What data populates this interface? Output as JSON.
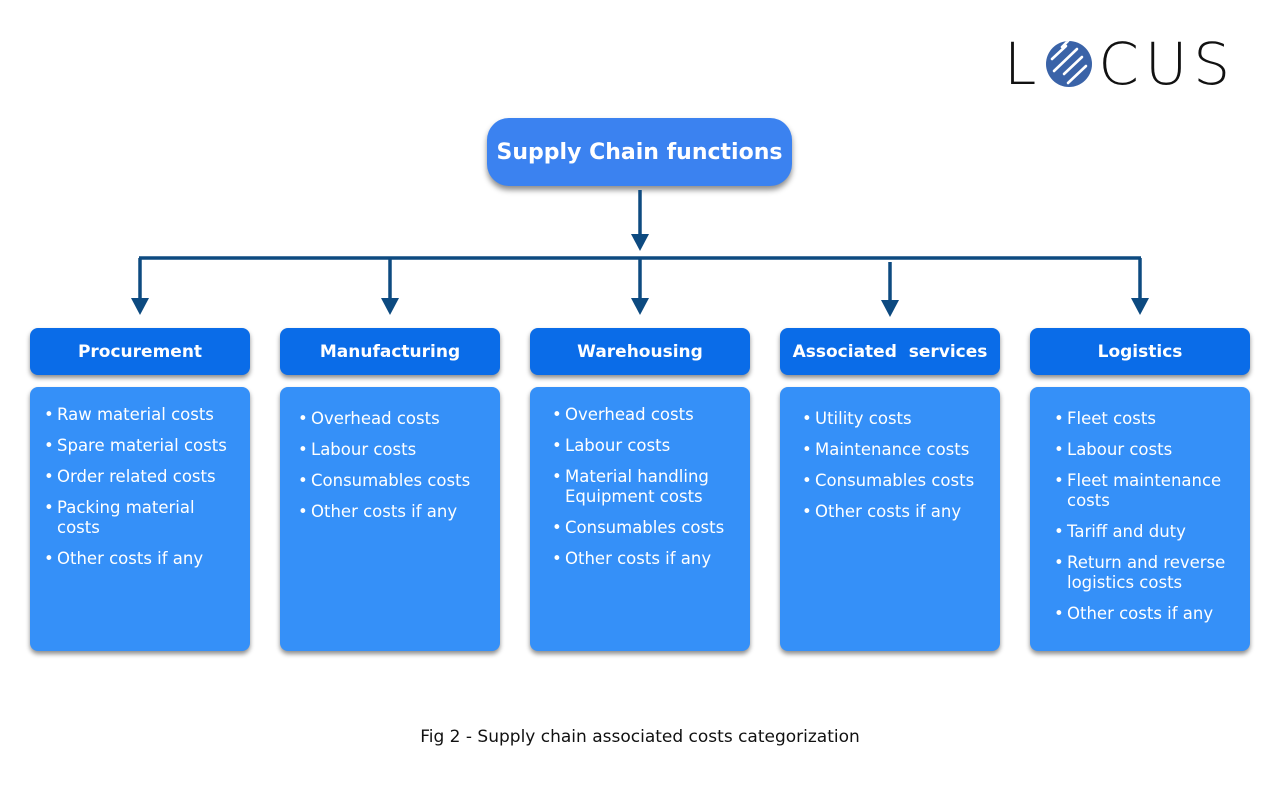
{
  "logo": {
    "text_before": "L",
    "text_after": "CUS",
    "globe_color": "#3a63a8"
  },
  "root": {
    "label": "Supply Chain functions"
  },
  "colors": {
    "root": "#3b82f0",
    "header": "#0a6ce8",
    "body": "#3590f8",
    "connector": "#0d4a80"
  },
  "categories": [
    {
      "title": "Procurement",
      "items": [
        "Raw material costs",
        "Spare material costs",
        "Order related costs",
        "Packing material costs",
        "Other costs if any"
      ]
    },
    {
      "title": "Manufacturing",
      "items": [
        "Overhead costs",
        "Labour costs",
        "Consumables costs",
        "Other costs if any"
      ]
    },
    {
      "title": "Warehousing",
      "items": [
        "Overhead costs",
        "Labour costs",
        "Material handling Equipment costs",
        "Consumables costs",
        "Other costs if any"
      ]
    },
    {
      "title": "Associated  services",
      "items": [
        "Utility costs",
        "Maintenance costs",
        "Consumables costs",
        "Other costs if any"
      ]
    },
    {
      "title": "Logistics",
      "items": [
        "Fleet costs",
        "Labour costs",
        "Fleet maintenance costs",
        "Tariff and duty",
        "Return and reverse logistics costs",
        "Other costs if any"
      ]
    }
  ],
  "caption": "Fig 2 - Supply chain associated costs categorization"
}
